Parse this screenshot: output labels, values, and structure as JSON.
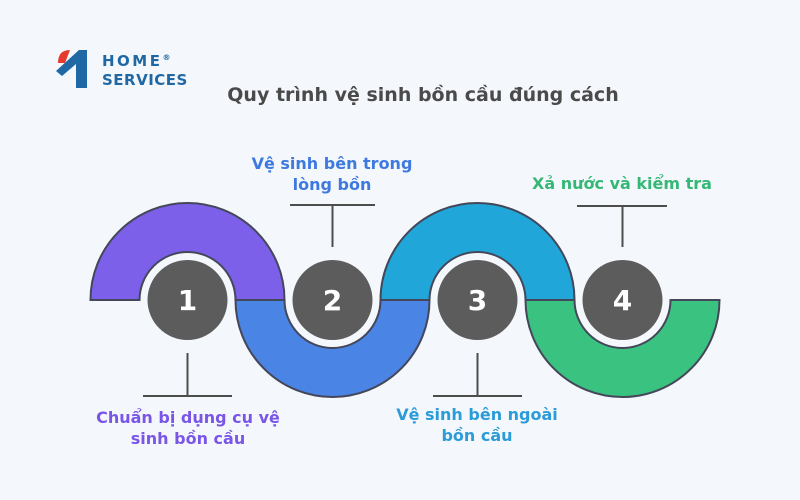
{
  "background_color": "#f4f7fb",
  "logo": {
    "line1": "HOME",
    "registered": "®",
    "line2": "SERVICES",
    "text_color": "#1f68a4",
    "icon_blue": "#1f68a4",
    "icon_red": "#e63a2e"
  },
  "title": {
    "text": "Quy trình vệ sinh bồn cầu đúng cách",
    "color": "#4a4a4a"
  },
  "diagram": {
    "type": "process-wave",
    "outline_color": "#434759",
    "connector_color": "#4d4d4d",
    "circle_fill": "#5c5c5c",
    "number_color": "#ffffff",
    "steps": [
      {
        "number": "1",
        "band_color": "#7d60ea",
        "label_color": "#7a56e8",
        "label_position": "bottom",
        "label_lines": [
          "Chuẩn bị dụng cụ vệ",
          "sinh bồn cầu"
        ]
      },
      {
        "number": "2",
        "band_color": "#4a84e4",
        "label_color": "#3e79e0",
        "label_position": "top",
        "label_lines": [
          "Vệ sinh bên trong",
          "lòng bồn"
        ]
      },
      {
        "number": "3",
        "band_color": "#20a6d8",
        "label_color": "#2b9cd8",
        "label_position": "bottom",
        "label_lines": [
          "Vệ sinh bên ngoài",
          "bồn cầu"
        ]
      },
      {
        "number": "4",
        "band_color": "#3ac281",
        "label_color": "#35b876",
        "label_position": "top",
        "label_lines": [
          "Xả nước và kiểm tra"
        ]
      }
    ]
  }
}
